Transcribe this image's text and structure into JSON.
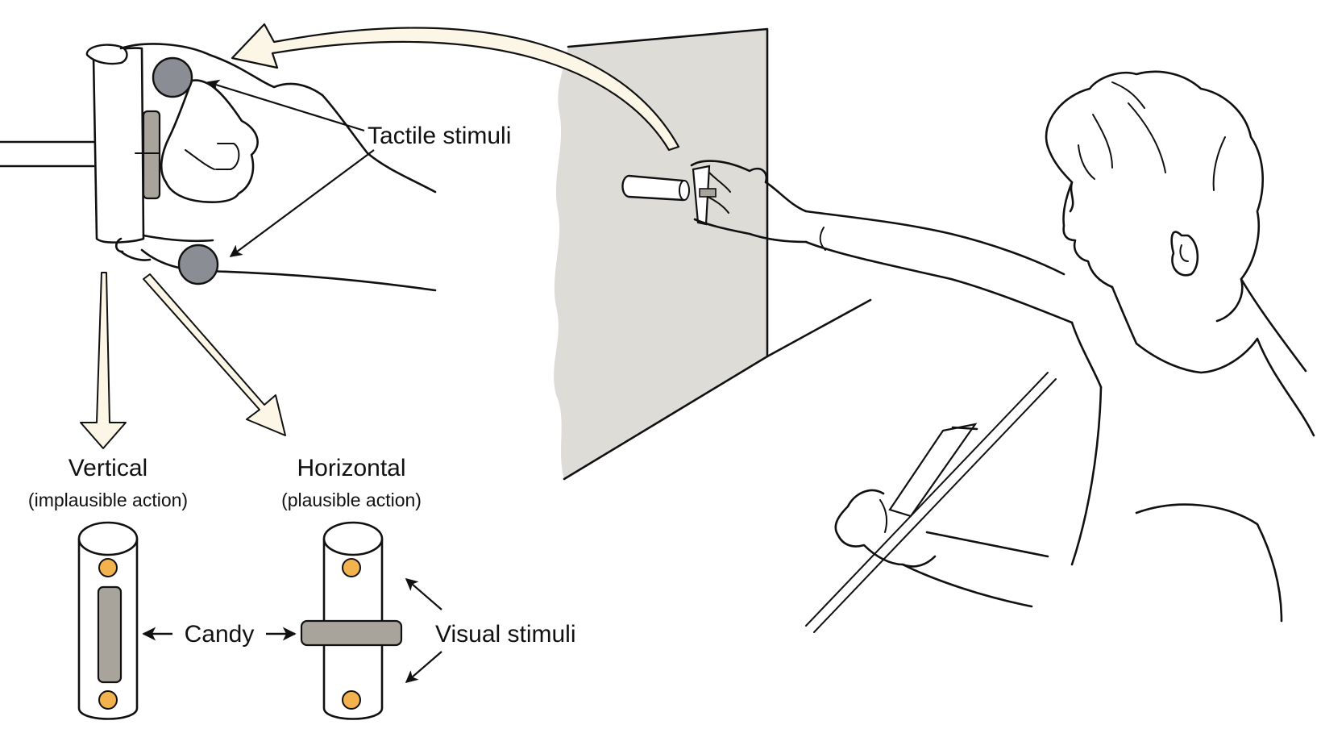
{
  "labels": {
    "tactile": "Tactile stimuli",
    "vertical_title": "Vertical",
    "vertical_sub": "(implausible action)",
    "horizontal_title": "Horizontal",
    "horizontal_sub": "(plausible action)",
    "candy": "Candy",
    "visual": "Visual stimuli"
  },
  "colors": {
    "screen": "#dedcd6",
    "dot_tactile": "#8a8e94",
    "dot_visual": "#f2b24e",
    "candy": "#a8a49c",
    "arrow_fill": "#fbf6e6",
    "ink": "#111111"
  }
}
